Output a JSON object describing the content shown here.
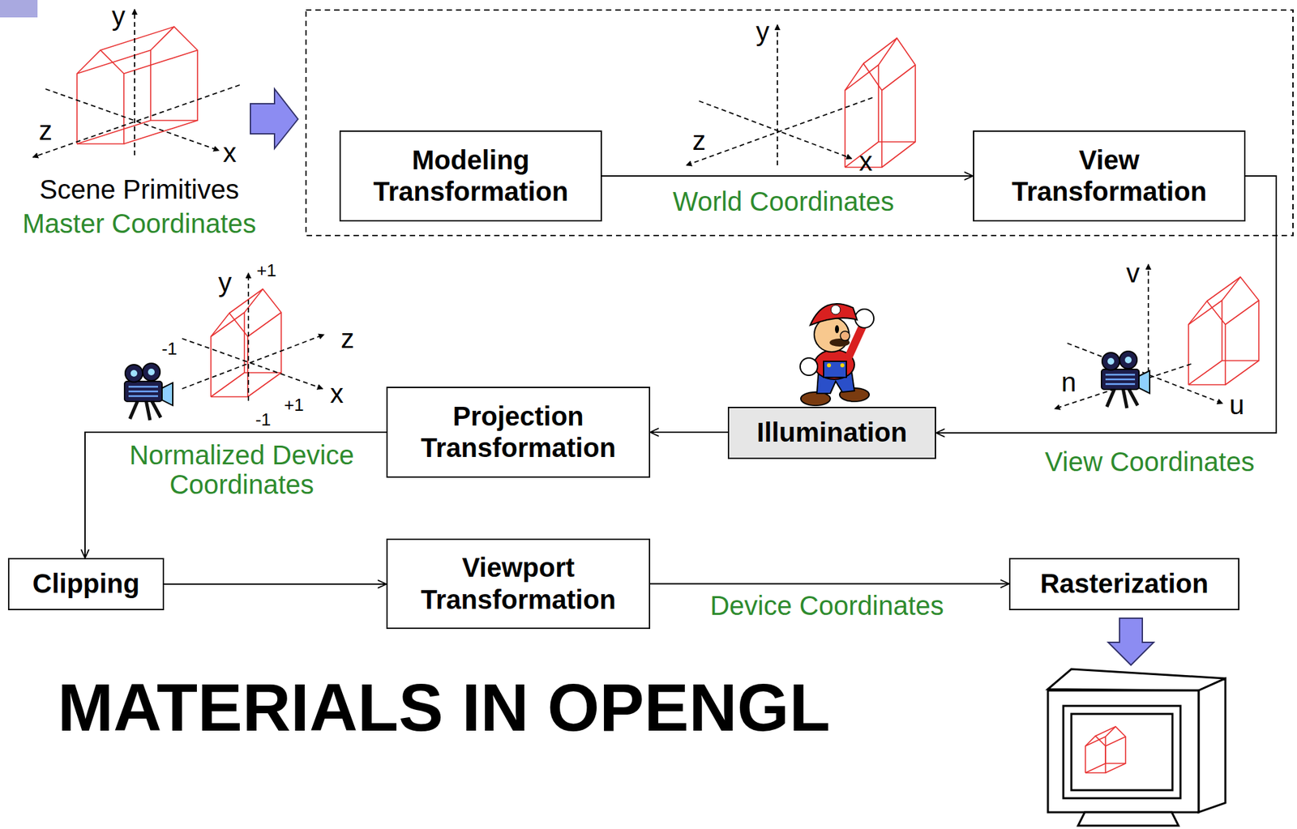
{
  "diagram": {
    "title": "MATERIALS IN OPENGL",
    "nodes": [
      {
        "text": [
          "Modeling Transformation"
        ]
      },
      {
        "text": [
          "View Transformation"
        ]
      },
      {
        "text": [
          "Illumination"
        ]
      },
      {
        "text": [
          "Projection Transformation"
        ]
      },
      {
        "text": [
          "Clipping"
        ]
      },
      {
        "text": [
          "Viewport Transformation"
        ]
      },
      {
        "text": [
          "Rasterization"
        ]
      }
    ],
    "edges": [
      {
        "from": 0,
        "to": 1,
        "arrow": "to",
        "label": "World Coordinates"
      },
      {
        "from": 1,
        "to": 2,
        "arrow": "to",
        "label": "View Coordinates"
      },
      {
        "from": 2,
        "to": 3,
        "arrow": "to"
      },
      {
        "from": 3,
        "to": 4,
        "arrow": "to",
        "label": "Normalized Device Coordinates"
      },
      {
        "from": 4,
        "to": 5,
        "arrow": "to"
      },
      {
        "from": 5,
        "to": 6,
        "arrow": "to",
        "label": "Device Coordinates"
      }
    ],
    "labels": [
      "y",
      "z",
      "x",
      "Scene Primitives",
      "Master Coordinates",
      "y",
      "z",
      "x",
      "v",
      "n",
      "u",
      "y",
      "+1",
      "-1",
      "z",
      "x",
      "+1",
      "-1"
    ]
  }
}
